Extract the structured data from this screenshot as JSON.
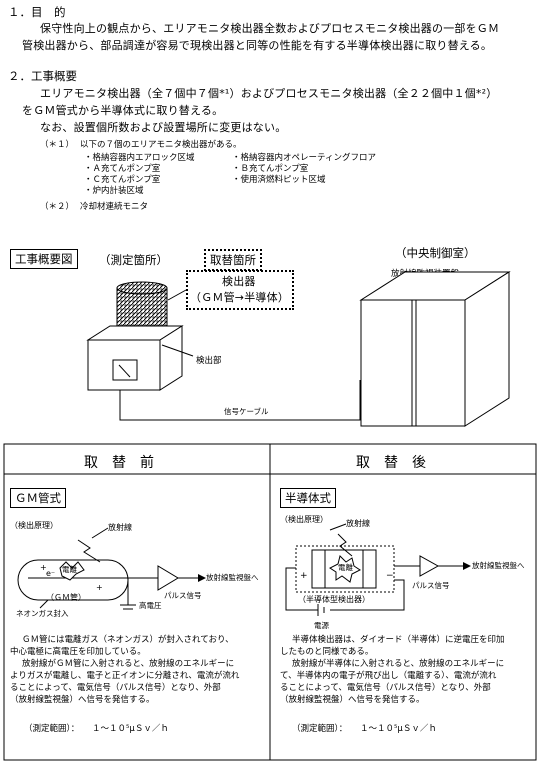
{
  "section1": {
    "heading": "１．目　的",
    "lines": [
      "保守性向上の観点から、エリアモニタ検出器全数およびプロセスモニタ検出器の一部をＧＭ",
      "管検出器から、部品調達が容易で現検出器と同等の性能を有する半導体検出器に取り替える。"
    ]
  },
  "section2": {
    "heading": "２．工事概要",
    "lines": [
      "エリアモニタ検出器（全７個中７個*¹）およびプロセスモニタ検出器（全２２個中１個*²）",
      "をＧＭ管式から半導体式に取り替える。",
      "なお、設置個所数および設置場所に変更はない。"
    ],
    "note1": {
      "mark": "（＊１）",
      "text": "以下の７個のエリアモニタ検出器がある。",
      "left_items": [
        "・格納容器内エアロック区域",
        "・Ａ充てんポンプ室",
        "・Ｃ充てんポンプ室",
        "・炉内計装区域"
      ],
      "right_items": [
        "・格納容器内オペレーティングフロア",
        "・Ｂ充てんポンプ室",
        "・使用済燃料ピット区域"
      ]
    },
    "note2": {
      "mark": "（＊２）",
      "text": "冷却材連続モニタ"
    }
  },
  "overview": {
    "title": "工事概要図",
    "measure": "（測定箇所）",
    "replace": "取替箇所",
    "detector_label": "検出器",
    "detector_sub": "（ＧＭ管→半導体）",
    "detector_unit": "検出部",
    "cable": "信号ケーブル",
    "control_room": "（中央制御室）",
    "panel": "放射線監視装置盤"
  },
  "before": {
    "header": "取　替　前",
    "type": "ＧＭ管式",
    "principle": "（検出原理）",
    "radiation": "放射線",
    "ionize": "電離",
    "gm": "（ＧＭ管）",
    "neon": "ネオンガス封入",
    "hv": "高電圧",
    "pulse": "パルス信号",
    "to_monitor": "放射線監視盤へ",
    "desc": [
      "ＧＭ管には電離ガス（ネオンガス）が封入されており、",
      "中心電極に高電圧を印加している。",
      "放射線がＧＭ管に入射されると、放射線のエネルギーに",
      "よりガスが電離し、電子と正イオンに分離され、電流が流れ",
      "ることによって、電気信号（パルス信号）となり、外部",
      "（放射線監視盤）へ信号を発信する。"
    ],
    "range_label": "（測定範囲）：",
    "range_value": "１～１０⁵μＳｖ／ｈ"
  },
  "after": {
    "header": "取　替　後",
    "type": "半導体式",
    "principle": "（検出原理）",
    "radiation": "放射線",
    "ionize": "電離",
    "semi": "（半導体型検出器）",
    "power": "電源",
    "pulse": "パルス信号",
    "to_monitor": "放射線監視盤へ",
    "desc": [
      "半導体検出器は、ダイオード（半導体）に逆電圧を印加",
      "したものと同様である。",
      "放射線が半導体に入射されると、放射線のエネルギーに",
      "て、半導体内の電子が飛び出し（電離する）、電流が流れ",
      "ることによって、電気信号（パルス信号）となり、外部",
      "（放射線監視盤）へ信号を発信する。"
    ],
    "range_label": "（測定範囲）：",
    "range_value": "１～１０⁵μＳｖ／ｈ"
  }
}
